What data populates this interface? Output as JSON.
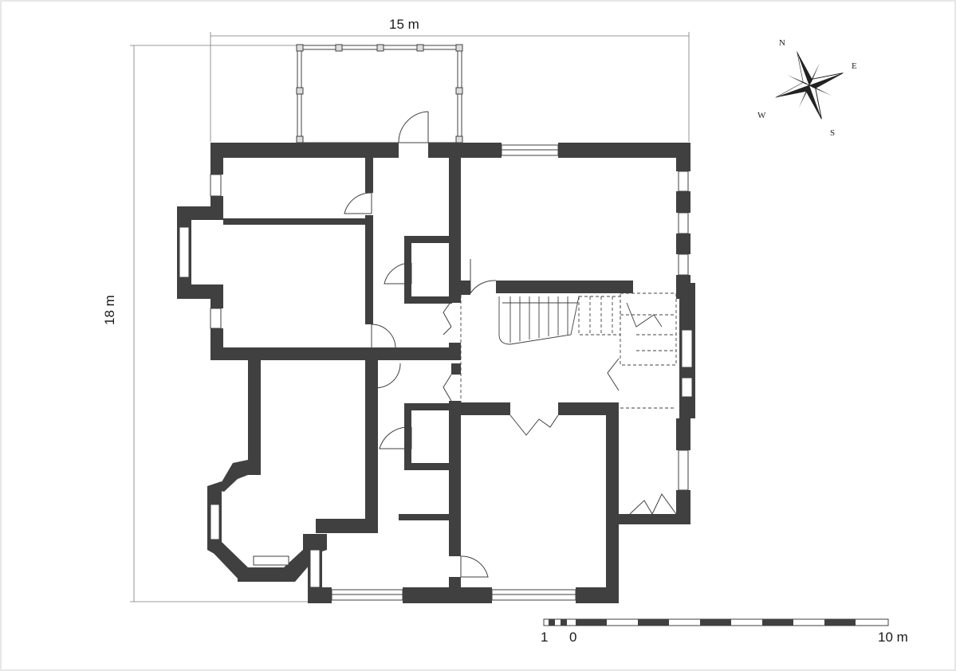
{
  "dimensions": {
    "width_label": "15 m",
    "height_label": "18 m"
  },
  "compass": {
    "north": "N",
    "east": "E",
    "south": "S",
    "west": "W"
  },
  "scale_bar": {
    "label_left": "1",
    "label_zero": "0",
    "label_right": "10 m"
  },
  "colors": {
    "wall": "#404040",
    "background": "#ffffff"
  }
}
